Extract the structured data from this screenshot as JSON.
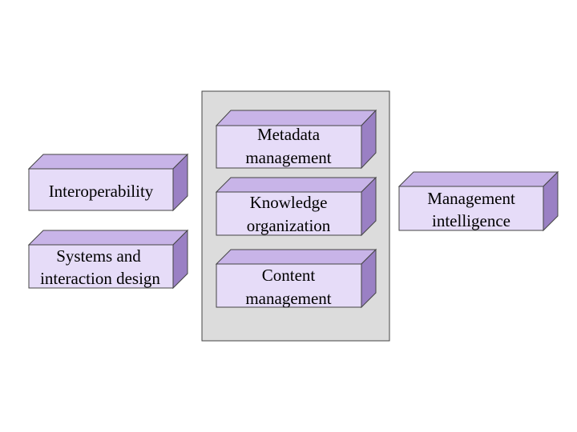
{
  "boxes": {
    "metadata": {
      "line1": "Metadata",
      "line2": "management"
    },
    "knowledge": {
      "line1": "Knowledge",
      "line2": "organization"
    },
    "content": {
      "line1": "Content",
      "line2": "management"
    },
    "interoperability": {
      "line1": "Interoperability"
    },
    "systems": {
      "line1": "Systems and",
      "line2": "interaction design"
    },
    "management_intelligence": {
      "line1": "Management",
      "line2": "intelligence"
    }
  },
  "colors": {
    "front": "#e6dcf8",
    "top": "#c8b4e8",
    "side": "#9a80c4",
    "panel": "#dcdcdc",
    "stroke": "#444444"
  }
}
